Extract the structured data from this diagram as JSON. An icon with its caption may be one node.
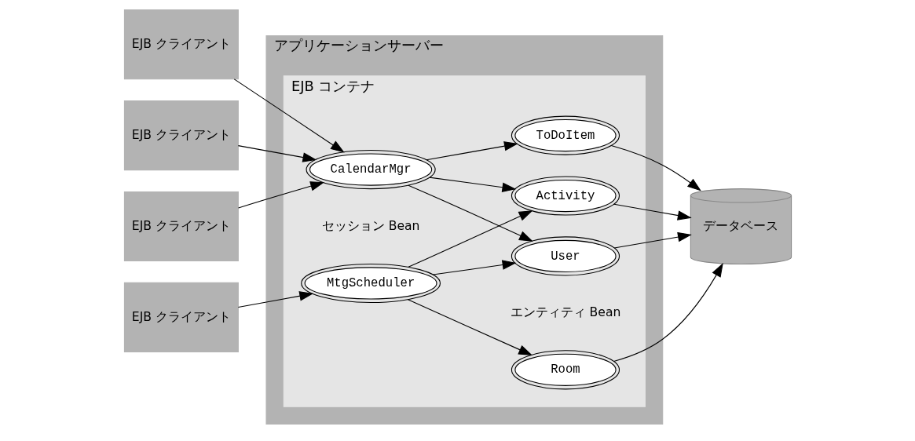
{
  "diagram": {
    "nodes": [
      {
        "text": [
          "EJB クライアント"
        ]
      },
      {
        "text": [
          "EJB クライアント"
        ]
      },
      {
        "text": [
          "EJB クライアント"
        ]
      },
      {
        "text": [
          "EJB クライアント"
        ]
      },
      {
        "text": [
          "アプリケーションサーバー"
        ]
      },
      {
        "text": [
          "EJB コンテナ"
        ],
        "in": 4
      },
      {
        "text": [
          "CalendarMgr"
        ],
        "in": 5
      },
      {
        "text": [
          "MtgScheduler"
        ],
        "in": 5
      },
      {
        "text": [
          "Activity"
        ],
        "in": 5
      },
      {
        "text": [
          "User"
        ],
        "in": 5
      },
      {
        "text": [
          "ToDoItem"
        ],
        "in": 5
      },
      {
        "text": [
          "Room"
        ],
        "in": 5
      },
      {
        "text": [
          "データベース"
        ]
      }
    ],
    "edges": [
      {
        "from": 0,
        "to": 6,
        "arrow": "to"
      },
      {
        "from": 1,
        "to": 6,
        "arrow": "to"
      },
      {
        "from": 2,
        "to": 6,
        "arrow": "to"
      },
      {
        "from": 3,
        "to": 7,
        "arrow": "to"
      },
      {
        "from": 6,
        "to": 8,
        "arrow": "to"
      },
      {
        "from": 6,
        "to": 9,
        "arrow": "to"
      },
      {
        "from": 6,
        "to": 10,
        "arrow": "to"
      },
      {
        "from": 7,
        "to": 8,
        "arrow": "to"
      },
      {
        "from": 7,
        "to": 9,
        "arrow": "to"
      },
      {
        "from": 7,
        "to": 11,
        "arrow": "to"
      },
      {
        "from": 8,
        "to": 12,
        "arrow": "to"
      },
      {
        "from": 9,
        "to": 12,
        "arrow": "to"
      },
      {
        "from": 10,
        "to": 12,
        "arrow": "to"
      },
      {
        "from": 11,
        "to": 12,
        "arrow": "to"
      }
    ],
    "labels": [
      "セッション Bean",
      "エンティティ Bean"
    ]
  }
}
